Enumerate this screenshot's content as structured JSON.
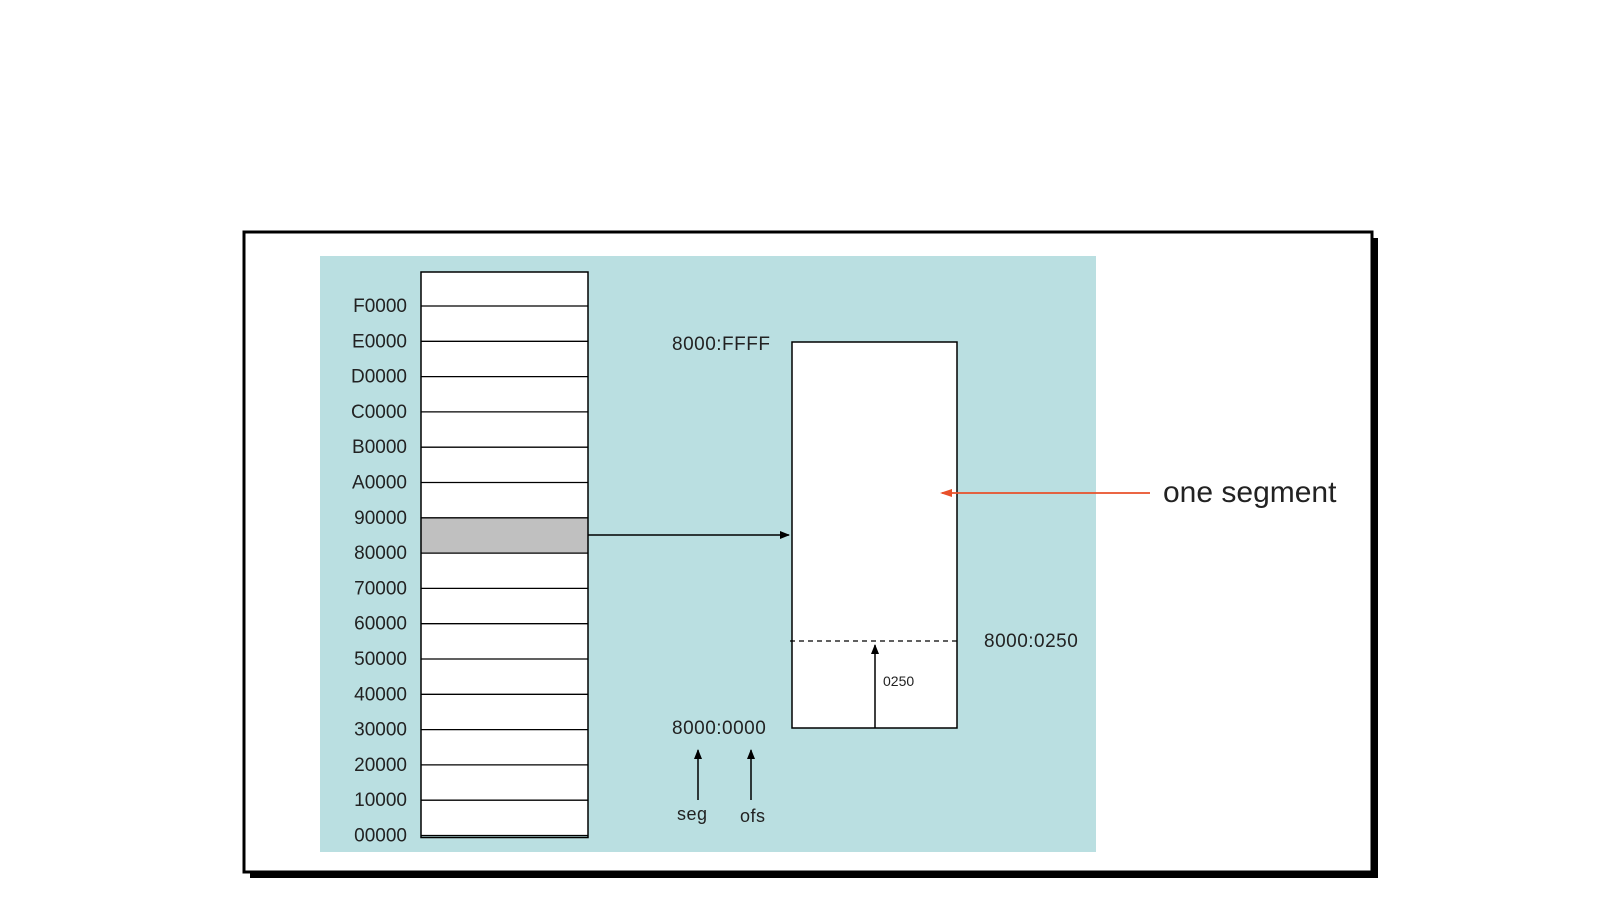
{
  "memory_map": {
    "address_labels": [
      "F0000",
      "E0000",
      "D0000",
      "C0000",
      "B0000",
      "A0000",
      "90000",
      "80000",
      "70000",
      "60000",
      "50000",
      "40000",
      "30000",
      "20000",
      "10000",
      "00000"
    ],
    "highlighted_block": "80000"
  },
  "segment": {
    "top_label": "8000:FFFF",
    "base_label": "8000:0000",
    "offset_label": "8000:0250",
    "offset_value": "0250"
  },
  "pointers": {
    "seg_label": "seg",
    "ofs_label": "ofs"
  },
  "annotation": {
    "text": "one segment"
  },
  "colors": {
    "panel": "#badfe1",
    "highlight": "#c0c0c0",
    "annotation_arrow": "#e8502a",
    "frame": "#000000"
  }
}
